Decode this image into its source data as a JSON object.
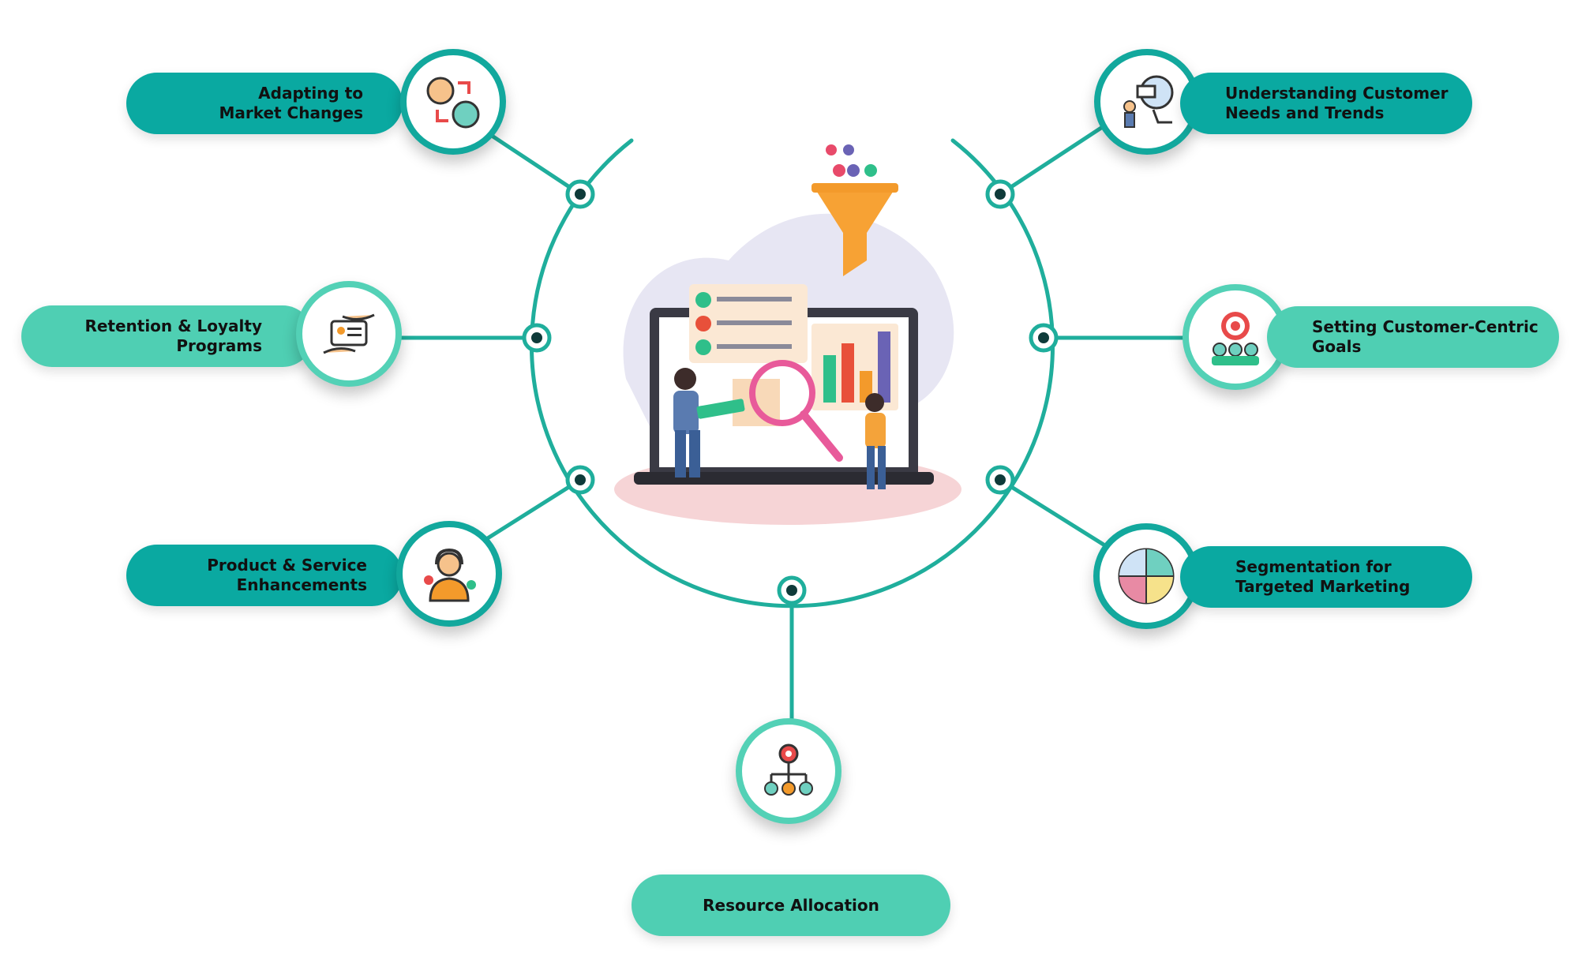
{
  "colors": {
    "teal_dark": "#0aa9a1",
    "teal_light": "#4fcfb3",
    "ring": "#1fae9c",
    "node": "#0f3b3a"
  },
  "items": [
    {
      "line1": "Adapting to",
      "line2": "Market Changes",
      "icon": "people-exchange-icon"
    },
    {
      "line1": "Retention & Loyalty",
      "line2": "Programs",
      "icon": "loyalty-card-hands-icon"
    },
    {
      "line1": "Product & Service",
      "line2": "Enhancements",
      "icon": "support-agent-icon"
    },
    {
      "line1": "Understanding Customer",
      "line2": "Needs and Trends",
      "icon": "presentation-analysis-icon"
    },
    {
      "line1": "Setting Customer-Centric",
      "line2": "Goals",
      "icon": "target-team-icon"
    },
    {
      "line1": "Segmentation for",
      "line2": "Targeted Marketing",
      "icon": "segment-wheel-icon"
    },
    {
      "line1": "Resource Allocation",
      "line2": "",
      "icon": "resource-network-icon"
    }
  ],
  "center": {
    "icon": "data-analytics-illustration"
  }
}
